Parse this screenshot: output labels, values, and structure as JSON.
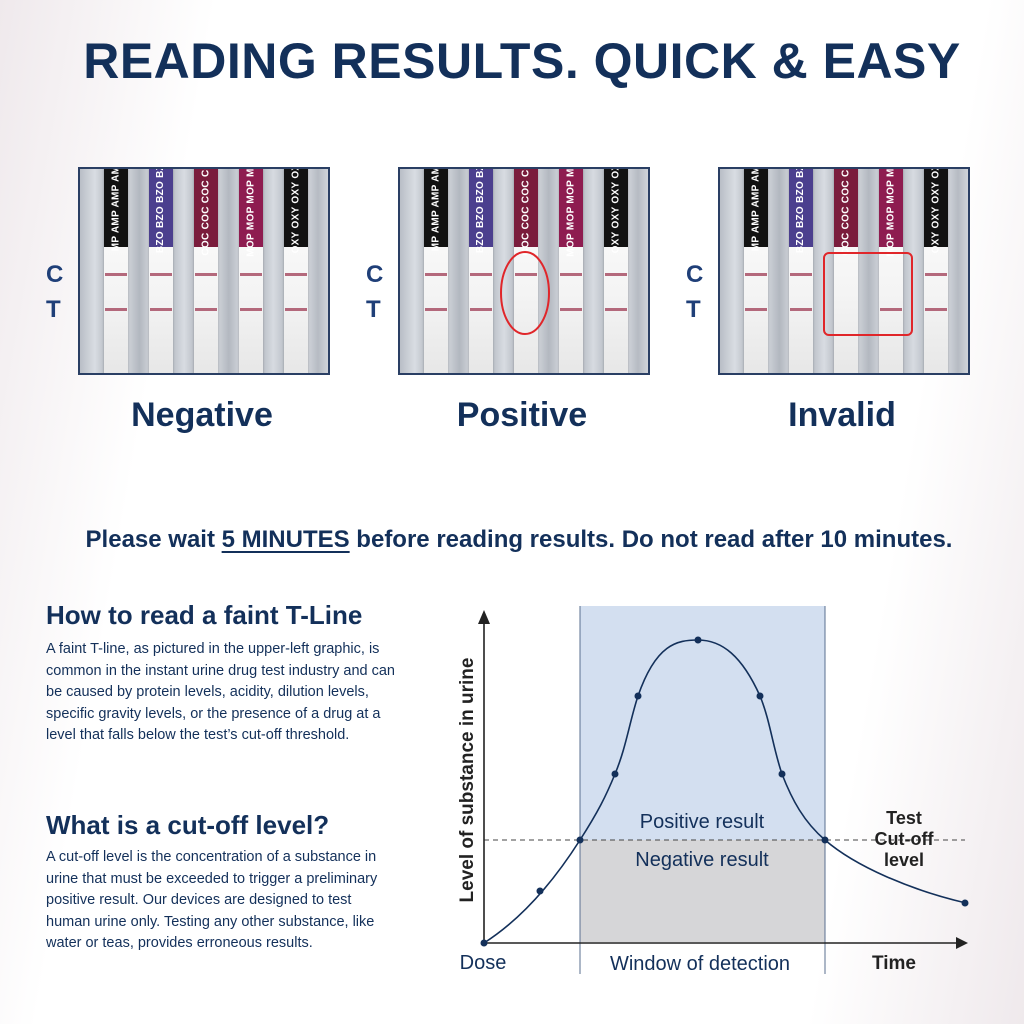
{
  "header": {
    "title": "READING RESULTS. QUICK & EASY"
  },
  "panels": [
    {
      "caption": "Negative",
      "ct_labels": {
        "c": "C",
        "t": "T"
      },
      "strips": [
        {
          "label": "MP AMP AMP AM",
          "color": "#121212",
          "c_line": true,
          "t_line": true
        },
        {
          "label": "BZO BZO BZO BZ",
          "color": "#4b3f8e",
          "c_line": true,
          "t_line": true
        },
        {
          "label": "COC COC COC CO",
          "color": "#7a1c3c",
          "c_line": true,
          "t_line": true
        },
        {
          "label": "MOP MOP MOP MO",
          "color": "#8e1c50",
          "c_line": true,
          "t_line": true
        },
        {
          "label": "OXY OXY OXY OX",
          "color": "#121212",
          "c_line": true,
          "t_line": true
        }
      ]
    },
    {
      "caption": "Positive",
      "ct_labels": {
        "c": "C",
        "t": "T"
      },
      "highlight": "ellipse-around-strip-3",
      "strips": [
        {
          "label": "MP AMP AMP AM",
          "color": "#121212",
          "c_line": true,
          "t_line": true
        },
        {
          "label": "BZO BZO BZO BZ",
          "color": "#4b3f8e",
          "c_line": true,
          "t_line": true
        },
        {
          "label": "COC COC COC CO",
          "color": "#7a1c3c",
          "c_line": true,
          "t_line": false
        },
        {
          "label": "MOP MOP MOP MO",
          "color": "#8e1c50",
          "c_line": true,
          "t_line": true
        },
        {
          "label": "OXY OXY OXY OX",
          "color": "#121212",
          "c_line": true,
          "t_line": true
        }
      ]
    },
    {
      "caption": "Invalid",
      "ct_labels": {
        "c": "C",
        "t": "T"
      },
      "highlight": "box-around-strips-3-4",
      "strips": [
        {
          "label": "MP AMP AMP AM",
          "color": "#121212",
          "c_line": true,
          "t_line": true
        },
        {
          "label": "BZO BZO BZO BZ",
          "color": "#4b3f8e",
          "c_line": true,
          "t_line": true
        },
        {
          "label": "COC COC COC CO",
          "color": "#7a1c3c",
          "c_line": false,
          "t_line": false
        },
        {
          "label": "MOP MOP MOP MO",
          "color": "#8e1c50",
          "c_line": false,
          "t_line": true
        },
        {
          "label": "OXY OXY OXY OX",
          "color": "#121212",
          "c_line": true,
          "t_line": true
        }
      ]
    }
  ],
  "notice": {
    "prefix": "Please wait ",
    "emphasis": "5 MINUTES",
    "suffix": " before reading results. Do not read after 10 minutes."
  },
  "faint_line": {
    "heading": "How to read a faint T-Line",
    "body": "A faint T-line, as pictured in the upper-left graphic, is common in the instant urine drug test industry and can be caused by protein levels, acidity, dilution levels, specific gravity levels, or the presence of a drug at a level that falls below the test’s cut-off threshold."
  },
  "cutoff": {
    "heading": "What is a cut-off level?",
    "body": "A cut-off level is the concentration of a substance in urine that must be exceeded to trigger a preliminary positive result. Our devices are designed to test human urine only. Testing any other substance, like water or teas, provides erroneous results."
  },
  "diagram": {
    "y_axis_label": "Level of substance in urine",
    "dose_label": "Dose",
    "time_label": "Time",
    "window_label": "Window of detection",
    "positive_label": "Positive result",
    "negative_label": "Negative result",
    "cutoff_label_line1": "Test",
    "cutoff_label_line2": "Cut-off",
    "cutoff_label_line3": "level",
    "colors": {
      "positive_zone": "#d3dff0",
      "negative_zone": "#d6d6d8",
      "curve": "#13305a",
      "highlight": "#e0262a"
    }
  }
}
